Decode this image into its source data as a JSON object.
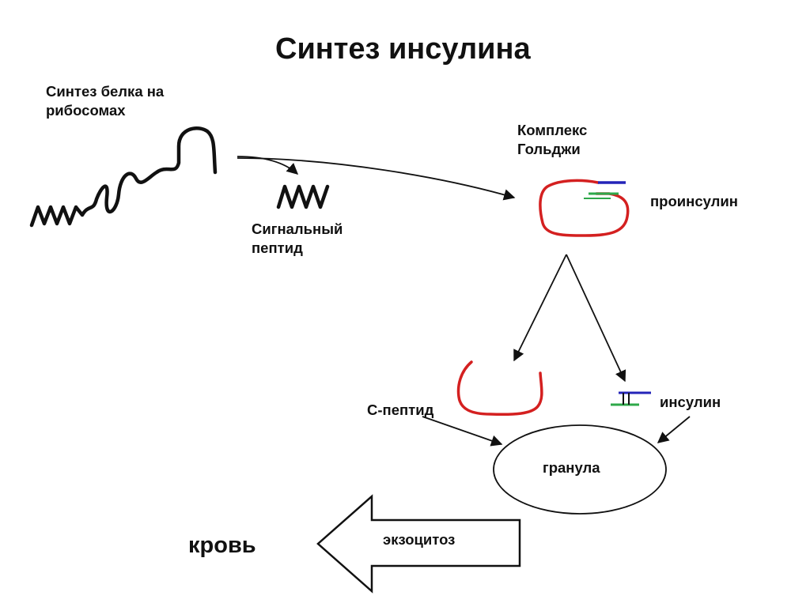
{
  "title": "Синтез инсулина",
  "labels": {
    "ribosome_synthesis": "Синтез белка на\nрибосомах",
    "golgi_complex": "Комплекс\nГольджи",
    "proinsulin": "проинсулин",
    "signal_peptide": "Сигнальный\nпептид",
    "c_peptide": "С-пептид",
    "insulin": "инсулин",
    "granule": "гранула",
    "exocytosis": "экзоцитоз",
    "blood": "кровь"
  },
  "colors": {
    "chain_red": "#d42020",
    "chain_blue": "#2424b8",
    "chain_green": "#2ea84a",
    "ink": "#111111"
  }
}
